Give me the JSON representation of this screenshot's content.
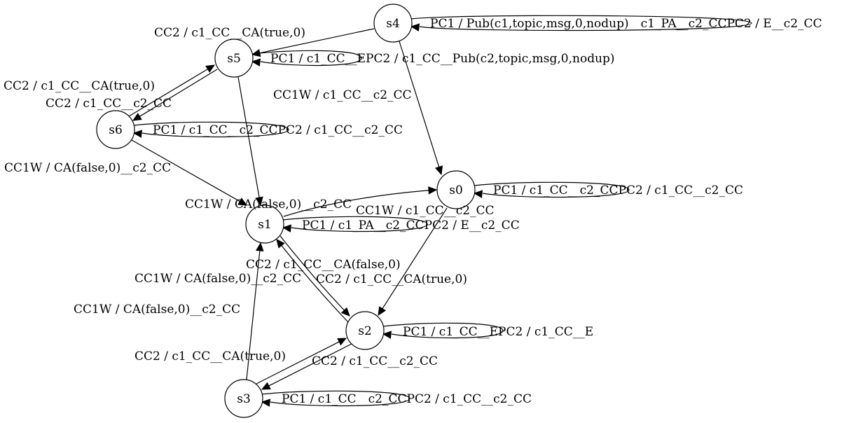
{
  "diagram": {
    "states": [
      {
        "id": "s0",
        "label": "s0"
      },
      {
        "id": "s1",
        "label": "s1"
      },
      {
        "id": "s2",
        "label": "s2"
      },
      {
        "id": "s3",
        "label": "s3"
      },
      {
        "id": "s4",
        "label": "s4"
      },
      {
        "id": "s5",
        "label": "s5"
      },
      {
        "id": "s6",
        "label": "s6"
      }
    ],
    "transitions": [
      {
        "id": "s4-s5",
        "from": "s4",
        "to": "s5",
        "label": "CC2 / c1_CC__CA(true,0)"
      },
      {
        "id": "s4-s0",
        "from": "s4",
        "to": "s0",
        "label": "CC1W / c1_CC__c2_CC"
      },
      {
        "id": "s4-loop",
        "from": "s4",
        "to": "s4",
        "label": "PC1 / Pub(c1,topic,msg,0,nodup)__c1_PA__c2_CCPC2 / E__c2_CC"
      },
      {
        "id": "s5-loop",
        "from": "s5",
        "to": "s5",
        "label": "PC1 / c1_CC__EPC2 / c1_CC__Pub(c2,topic,msg,0,nodup)"
      },
      {
        "id": "s6-s5",
        "from": "s6",
        "to": "s5",
        "label": "CC2 / c1_CC__CA(true,0)"
      },
      {
        "id": "s5-s6",
        "from": "s5",
        "to": "s6",
        "label": "CC2 / c1_CC__c2_CC"
      },
      {
        "id": "s5-s1",
        "from": "s5",
        "to": "s1",
        "label": "CC1W / CA(false,0)__c2_CC"
      },
      {
        "id": "s6-loop",
        "from": "s6",
        "to": "s6",
        "label": "PC1 / c1_CC__c2_CCPC2 / c1_CC__c2_CC"
      },
      {
        "id": "s6-s1",
        "from": "s6",
        "to": "s1",
        "label": "CC1W / CA(false,0)__c2_CC"
      },
      {
        "id": "s0-loop",
        "from": "s0",
        "to": "s0",
        "label": "PC1 / c1_CC__c2_CCPC2 / c1_CC__c2_CC"
      },
      {
        "id": "s1-s0",
        "from": "s1",
        "to": "s0",
        "label": "CC1W / c1_CC__c2_CC"
      },
      {
        "id": "s1-loop",
        "from": "s1",
        "to": "s1",
        "label": "PC1 / c1_PA__c2_CCPC2 / E__c2_CC"
      },
      {
        "id": "s0-s2",
        "from": "s0",
        "to": "s2",
        "label": "CC2 / c1_CC__CA(true,0)"
      },
      {
        "id": "s1-s2",
        "from": "s1",
        "to": "s2",
        "label": "CC2 / c1_CC__CA(false,0)"
      },
      {
        "id": "s2-s1",
        "from": "s2",
        "to": "s1",
        "label": "CC1W / CA(false,0)__c2_CC"
      },
      {
        "id": "s3-s1",
        "from": "s3",
        "to": "s1",
        "label": "CC1W / CA(false,0)__c2_CC"
      },
      {
        "id": "s2-loop",
        "from": "s2",
        "to": "s2",
        "label": "PC1 / c1_CC__EPC2 / c1_CC__E"
      },
      {
        "id": "s3-s2",
        "from": "s3",
        "to": "s2",
        "label": "CC2 / c1_CC__CA(true,0)"
      },
      {
        "id": "s2-s3",
        "from": "s2",
        "to": "s3",
        "label": "CC2 / c1_CC__c2_CC"
      },
      {
        "id": "s3-loop",
        "from": "s3",
        "to": "s3",
        "label": "PC1 / c1_CC__c2_CCPC2 / c1_CC__c2_CC"
      }
    ]
  }
}
